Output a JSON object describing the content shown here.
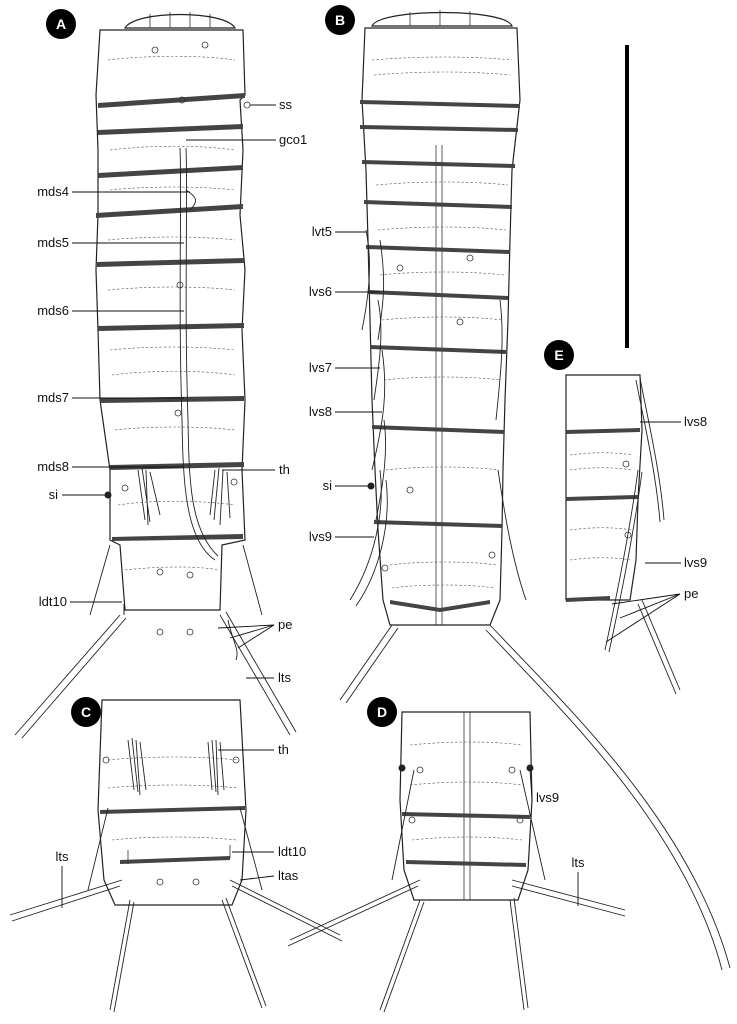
{
  "panel_letters": {
    "a": "A",
    "b": "B",
    "c": "C",
    "d": "D",
    "e": "E"
  },
  "panel_a_labels": {
    "ss": "ss",
    "gco1": "gco1",
    "mds4": "mds4",
    "mds5": "mds5",
    "mds6": "mds6",
    "mds7": "mds7",
    "mds8": "mds8",
    "th": "th",
    "si": "si",
    "ldt10": "ldt10",
    "pe": "pe",
    "lts": "lts"
  },
  "panel_b_labels": {
    "lvt5": "lvt5",
    "lvs6": "lvs6",
    "lvs7": "lvs7",
    "lvs8": "lvs8",
    "si": "si",
    "lvs9": "lvs9"
  },
  "panel_c_labels": {
    "th": "th",
    "lts": "lts",
    "ldt10": "ldt10",
    "ltas": "ltas"
  },
  "panel_d_labels": {
    "lvs9": "lvs9",
    "lts": "lts"
  },
  "panel_e_labels": {
    "lvs8": "lvs8",
    "lvs9": "lvs9",
    "pe": "pe"
  },
  "colors": {
    "ink": "#222222",
    "badge": "#000000",
    "background": "#ffffff"
  }
}
